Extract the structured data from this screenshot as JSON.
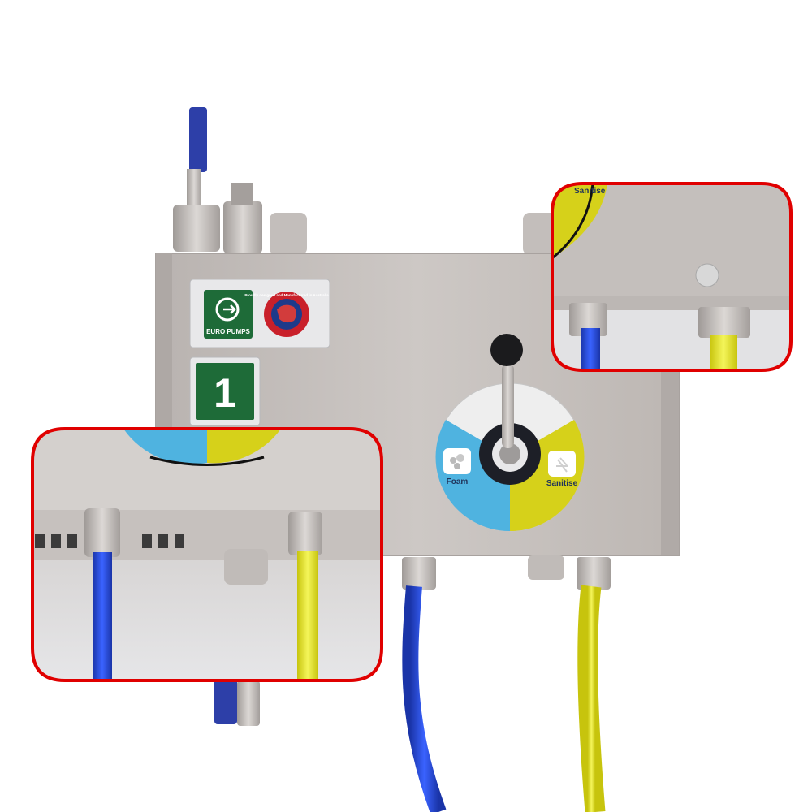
{
  "brand": {
    "name": "EURO PUMPS",
    "handle_text": "EURO PUMPS",
    "australia_badge_text": "Proudly designed and Manufactured in Australia"
  },
  "unit_number": "1",
  "selector": {
    "left_label": "Foam",
    "right_label": "Sanitise",
    "zoom_label": "Sanitise"
  },
  "colors": {
    "panel": "#c7c2bf",
    "foam": "#4fb3e0",
    "sanitise": "#d6d11a",
    "blue_hose": "#1f45d6",
    "yellow_hose": "#e3e51c",
    "callout_border": "#e00000",
    "plate_green": "#1e6b38",
    "valve_handle": "#2d3fa8"
  },
  "icons": [
    "foam-icon",
    "spray-icon",
    "euro-pumps-logo",
    "australia-badge",
    "valve-handle",
    "selector-knob"
  ]
}
